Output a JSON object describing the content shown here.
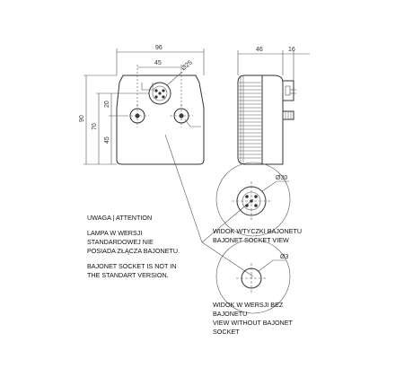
{
  "dimensions": {
    "width_96": "96",
    "width_45": "45",
    "dia_25": "Ø25",
    "height_90": "90",
    "height_70": "70",
    "height_20": "20",
    "height_45": "45",
    "depth_46": "46",
    "depth_16": "16",
    "dia_30": "Ø30",
    "dia_8": "Ø3"
  },
  "notes": {
    "heading": "UWAGA | ATTENTION",
    "pl_line1": "LAMPA W WERSJI",
    "pl_line2": "STANDARDOWEJ NIE",
    "pl_line3": "POSIADA ZŁĄCZA BAJONETU.",
    "en_line1": "BAJONET SOCKET IS NOT IN",
    "en_line2": "THE STANDART VERSION."
  },
  "view_socket": {
    "line1": "WIDOK WTYCZKI BAJONETU",
    "line2": "BAJONET SOCKET VIEW"
  },
  "view_no_socket": {
    "line1": "WIDOK W WERSJI BEZ",
    "line2": "BAJONETU",
    "line3": "VIEW WITHOUT BAJONET",
    "line4": "SOCKET"
  }
}
